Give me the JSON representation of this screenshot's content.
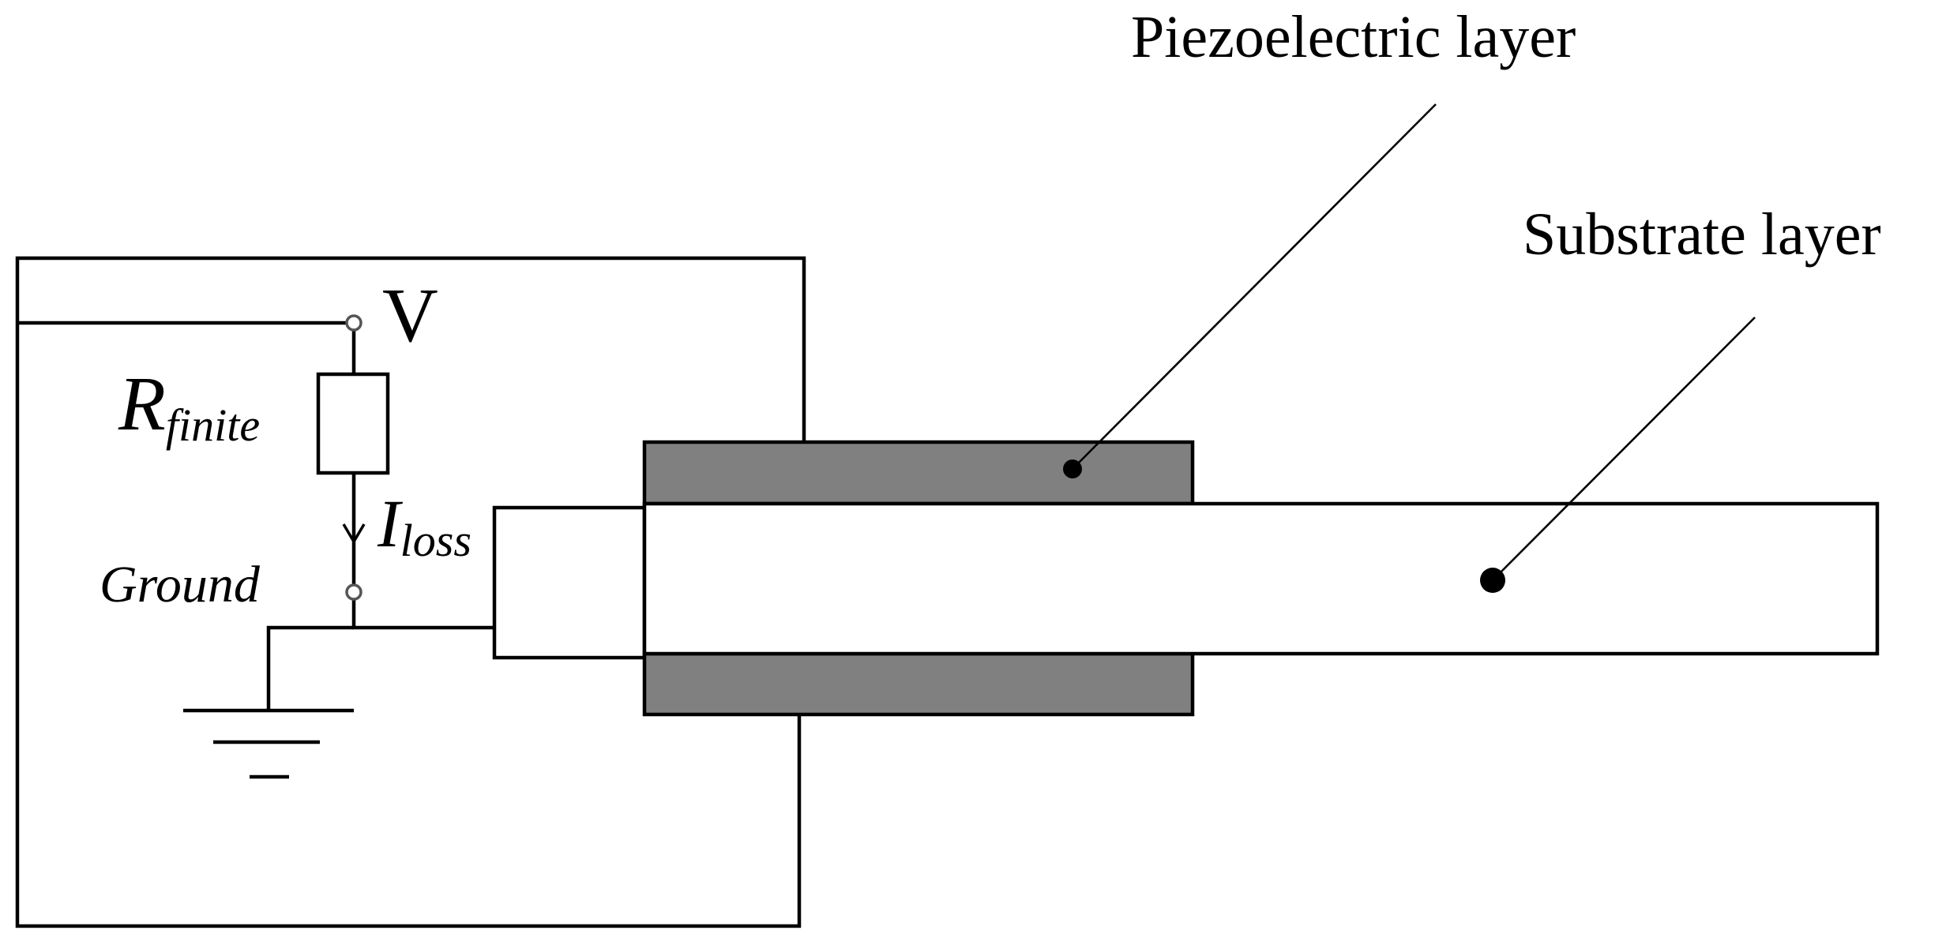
{
  "diagram": {
    "labels": {
      "piezoelectric_layer": "Piezoelectric layer",
      "substrate_layer": "Substrate layer",
      "voltage_symbol": "V",
      "resistor_main": "R",
      "resistor_sub": "finite",
      "current_main": "I",
      "current_sub": "loss",
      "ground": "Ground"
    },
    "colors": {
      "piezo_fill": "#808080",
      "line": "#000000",
      "background": "#ffffff"
    }
  }
}
